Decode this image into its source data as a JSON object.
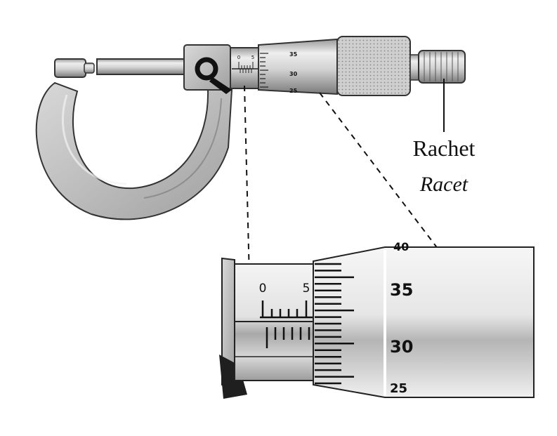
{
  "labels": {
    "ratchet_en": "Rachet",
    "ratchet_id": "Racet"
  },
  "small_scale": {
    "sleeve_marks": [
      "0",
      "5"
    ],
    "thimble_marks": [
      "35",
      "30",
      "25"
    ]
  },
  "zoom_scale": {
    "sleeve_marks": [
      "0",
      "5"
    ],
    "thimble_top_partial": "40",
    "thimble_marks": [
      "35",
      "30",
      "25"
    ]
  },
  "colors": {
    "ink": "#1a1a1a",
    "metal_light": "#e6e6e6",
    "metal_mid": "#c8c8c8",
    "metal_dark": "#8a8a8a"
  }
}
